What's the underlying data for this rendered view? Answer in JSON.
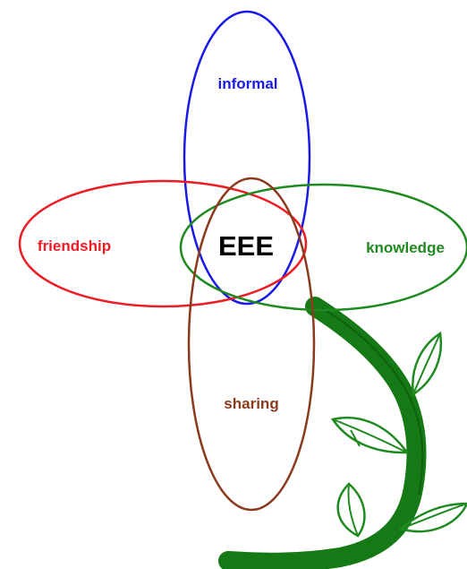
{
  "diagram": {
    "center": {
      "label": "EEE",
      "color": "#000000"
    },
    "petals": [
      {
        "id": "informal",
        "label": "informal",
        "color": "#1a1ae6"
      },
      {
        "id": "friendship",
        "label": "friendship",
        "color": "#ee1c24"
      },
      {
        "id": "knowledge",
        "label": "knowledge",
        "color": "#1f8a1f"
      },
      {
        "id": "sharing",
        "label": "sharing",
        "color": "#8b3a1e"
      }
    ],
    "stem": {
      "color": "#157a15",
      "leaf_count": 4
    }
  }
}
